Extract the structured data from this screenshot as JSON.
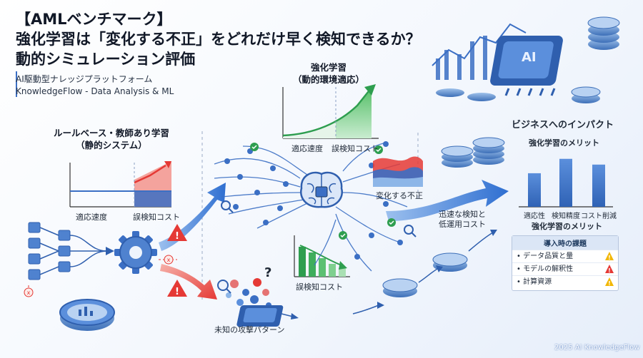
{
  "header": {
    "title_line1": "【AMLベンチマーク】",
    "title_line2": "強化学習は「変化する不正」をどれだけ早く検知できるか？",
    "title_line3": "動的シミュレーション評価",
    "subtitle_line1": "AI駆動型ナレッジプラットフォーム",
    "subtitle_line2": "KnowledgeFlow - Data Analysis & ML"
  },
  "rule_based": {
    "title_line1": "ルールベース・教師あり学習",
    "title_line2": "（静的システム）",
    "axis_left": "適応速度",
    "axis_right": "誤検知コスト"
  },
  "reinforcement": {
    "title_line1": "強化学習",
    "title_line2": "（動的環境適応）",
    "axis_left": "適応速度",
    "axis_right": "誤検知コスト",
    "bottom_chart_label": "誤検知コスト"
  },
  "flow": {
    "changing_fraud": "変化する不正",
    "unknown_attack": "未知の攻撃パターン",
    "fast_detection_line1": "迅速な検知と",
    "fast_detection_line2": "低運用コスト",
    "ai_chip": "AI"
  },
  "impact": {
    "title": "ビジネスへのインパクト",
    "merit_top": "強化学習のメリット",
    "merit_bottom": "強化学習のメリット",
    "chart_data": {
      "type": "bar",
      "categories": [
        "適応性",
        "検知精度",
        "コスト削減"
      ],
      "values": [
        70,
        100,
        88
      ],
      "ylim": [
        0,
        110
      ]
    }
  },
  "challenges": {
    "title": "導入時の課題",
    "items": [
      {
        "label": "• データ品質と量",
        "color": "#f2b705"
      },
      {
        "label": "• モデルの解釈性",
        "color": "#e53935"
      },
      {
        "label": "• 計算資源",
        "color": "#f2b705"
      }
    ]
  },
  "footer": "2025 AI KnowledgeFlow",
  "colors": {
    "blue": "#3b6fc4",
    "red": "#e53935",
    "green": "#2e9e4f",
    "amber": "#f2b705"
  }
}
